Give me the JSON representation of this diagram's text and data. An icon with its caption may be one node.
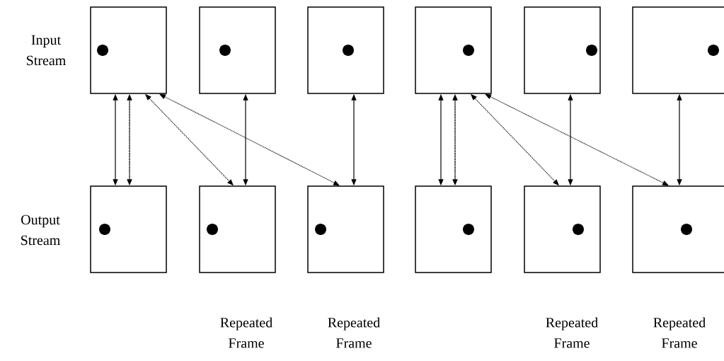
{
  "diagram": {
    "nodes": [
      {
        "text": [],
        "shape": "box"
      },
      {
        "text": [],
        "shape": "box"
      },
      {
        "text": [],
        "shape": "box"
      },
      {
        "text": [],
        "shape": "box"
      },
      {
        "text": [],
        "shape": "box"
      },
      {
        "text": [],
        "shape": "box"
      },
      {
        "text": [],
        "shape": "box"
      },
      {
        "text": [],
        "shape": "box"
      },
      {
        "text": [],
        "shape": "box"
      },
      {
        "text": [],
        "shape": "box"
      },
      {
        "text": [],
        "shape": "box"
      },
      {
        "text": [],
        "shape": "box"
      }
    ],
    "edges": [
      {
        "from": 0,
        "to": 6,
        "arrow": "both"
      },
      {
        "from": 0,
        "to": 6,
        "arrow": "both",
        "style": "dashed"
      },
      {
        "from": 0,
        "to": 7,
        "arrow": "both",
        "style": "dashed"
      },
      {
        "from": 0,
        "to": 8,
        "arrow": "both",
        "style": "dashed"
      },
      {
        "from": 1,
        "to": 7,
        "arrow": "both"
      },
      {
        "from": 2,
        "to": 8,
        "arrow": "both"
      },
      {
        "from": 3,
        "to": 9,
        "arrow": "both"
      },
      {
        "from": 3,
        "to": 9,
        "arrow": "both",
        "style": "dashed"
      },
      {
        "from": 3,
        "to": 10,
        "arrow": "both",
        "style": "dashed"
      },
      {
        "from": 3,
        "to": 11,
        "arrow": "both",
        "style": "dashed"
      },
      {
        "from": 4,
        "to": 10,
        "arrow": "both"
      },
      {
        "from": 5,
        "to": 11,
        "arrow": "both"
      }
    ],
    "labels": [
      "Input Stream",
      "Output Stream",
      "Repeated Frame",
      "Repeated Frame",
      "Repeated Frame",
      "Repeated Frame"
    ]
  }
}
